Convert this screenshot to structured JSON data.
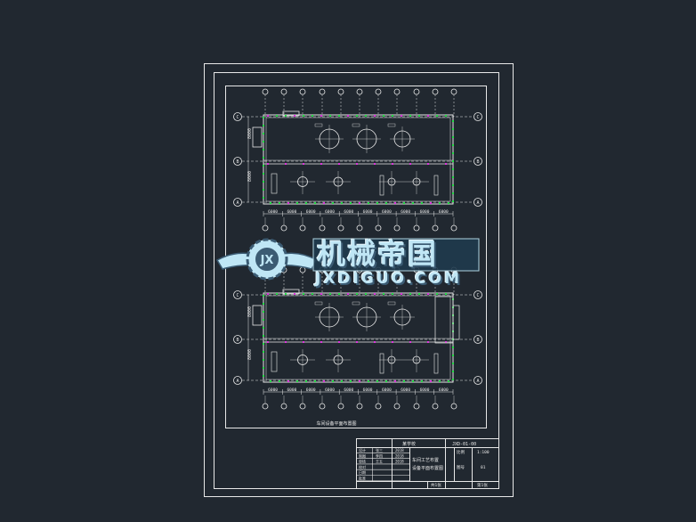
{
  "viewer": {
    "background": "#212830",
    "line_color": "#e8e8e8",
    "wall_marker_color": "#22dd44",
    "column_marker_color": "#dd33dd"
  },
  "plans": [
    {
      "id": "plan-upper",
      "axis_rows": [
        "C",
        "B",
        "A"
      ],
      "dimensions": [
        "6000",
        "6000",
        "6000",
        "6000",
        "6000",
        "6000",
        "6000",
        "6000",
        "6000",
        "6000"
      ],
      "bay_dims": [
        "8000",
        "8000"
      ]
    },
    {
      "id": "plan-lower",
      "axis_rows": [
        "C",
        "B",
        "A"
      ],
      "dimensions": [
        "6000",
        "6000",
        "6000",
        "6000",
        "6000",
        "6000",
        "6000",
        "6000",
        "6000",
        "6000"
      ],
      "bay_dims": [
        "8000",
        "8000"
      ]
    }
  ],
  "drawing_caption": "车间设备平面布置图",
  "title_block": {
    "school": "某学校",
    "drawing_no": "JXD-01-00",
    "project_line1": "车间工艺布置",
    "project_line2": "设备平面布置图",
    "scale_label": "比例",
    "scale_value": "1:100",
    "sheet_label": "图号",
    "sheet_value": "01",
    "row_labels": [
      "设计",
      "制图",
      "审核",
      "校对",
      "日期",
      "批准"
    ],
    "row_names": [
      "张三",
      "李四",
      "王五",
      "",
      "",
      ""
    ],
    "row_dates": [
      "2018",
      "2018",
      "2018",
      "",
      "",
      ""
    ],
    "footer": [
      "共1张",
      "第1张"
    ]
  },
  "watermark": {
    "cn_text": "机械帝国",
    "en_text": "JXDIGUO.COM",
    "badge_text": "JX",
    "color_main": "#bfe6f5",
    "color_dark": "#3b5b73"
  }
}
